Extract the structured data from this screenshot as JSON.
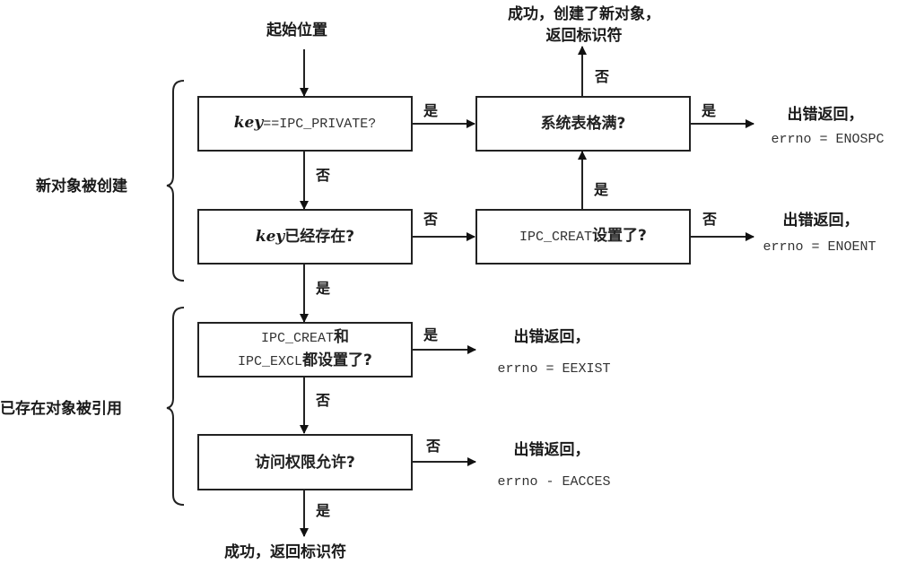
{
  "diagram": {
    "start_label": "起始位置",
    "groups": [
      {
        "id": "new",
        "label": "新对象被创建"
      },
      {
        "id": "existing",
        "label": "已存在对象被引用"
      }
    ],
    "nodes": {
      "n1": {
        "prefix": "key",
        "text": "==IPC_PRIVATE?"
      },
      "n2": {
        "text": "系统表格满?"
      },
      "n3": {
        "prefix": "key",
        "text": "已经存在?"
      },
      "n4": {
        "code": "IPC_CREAT",
        "text": "设置了?"
      },
      "n5": {
        "line1_code": "IPC_CREAT",
        "line1_text": "和",
        "line2_code": "IPC_EXCL",
        "line2_text": "都设置了?"
      },
      "n6": {
        "text": "访问权限允许?"
      }
    },
    "edges": {
      "n1_n2": "是",
      "n1_n3": "否",
      "n2_up": "否",
      "n2_right": "是",
      "n3_n4": "否",
      "n3_n5": "是",
      "n4_n2": "是",
      "n4_right": "否",
      "n5_right": "是",
      "n5_n6": "否",
      "n6_right": "否",
      "n6_down": "是"
    },
    "outcomes": {
      "created": {
        "line1": "成功，创建了新对象，",
        "line2": "返回标识符"
      },
      "enospc": {
        "line1": "出错返回，",
        "line2": "errno = ENOSPC"
      },
      "enoent": {
        "line1": "出错返回，",
        "line2": "errno = ENOENT"
      },
      "eexist": {
        "line1": "出错返回，",
        "line2": "errno = EEXIST"
      },
      "eacces": {
        "line1": "出错返回，",
        "line2": "errno - EACCES"
      },
      "success": {
        "line1": "成功，返回标识符"
      }
    }
  }
}
